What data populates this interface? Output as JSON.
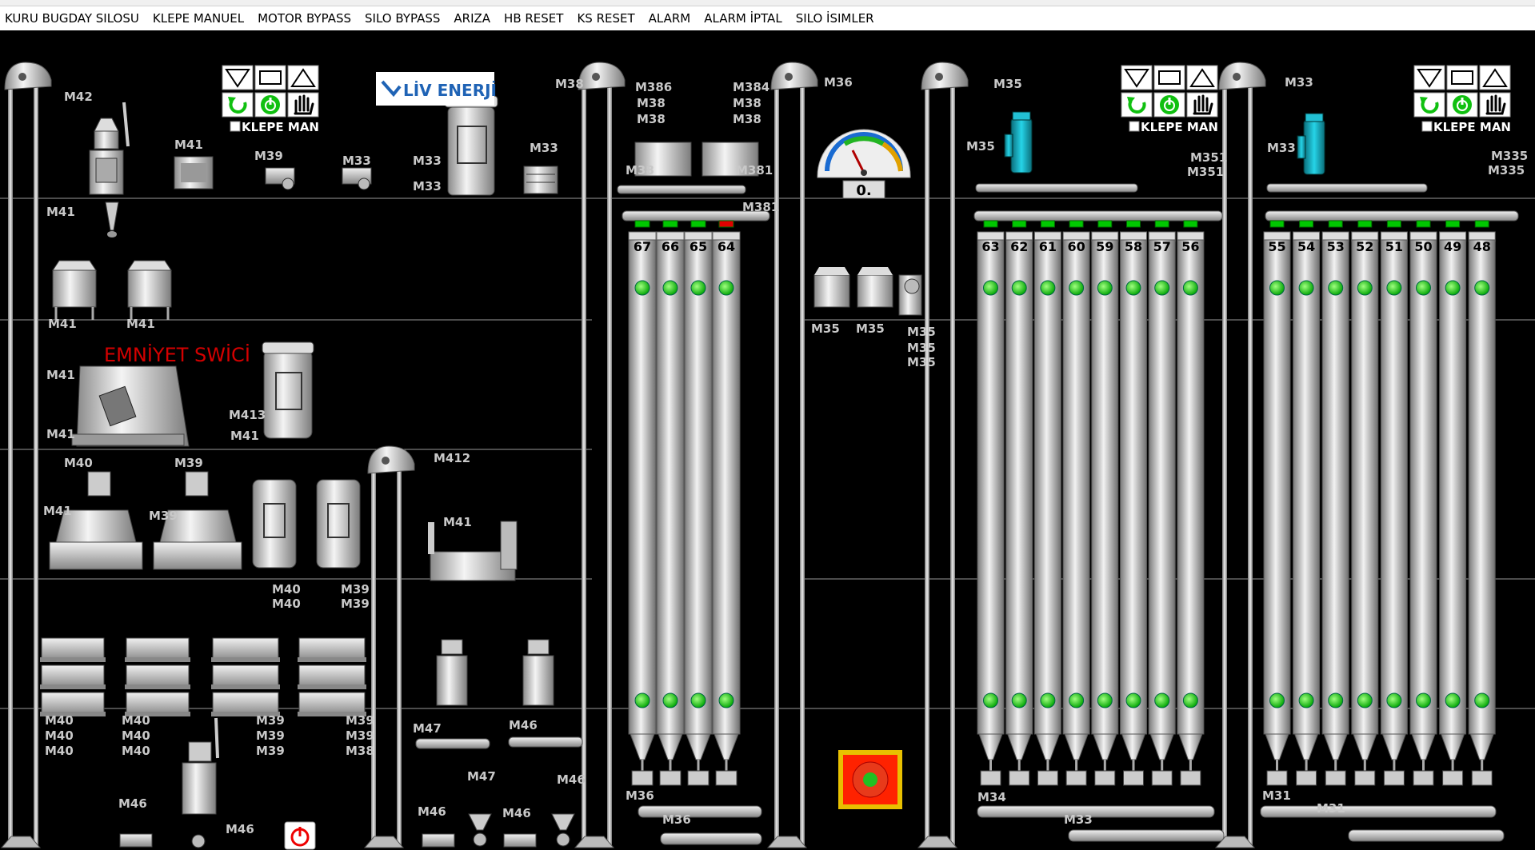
{
  "menu": {
    "items": [
      "KURU BUGDAY SILOSU",
      "KLEPE MANUEL",
      "MOTOR BYPASS",
      "SILO BYPASS",
      "ARIZA",
      "HB RESET",
      "KS RESET",
      "ALARM",
      "ALARM İPTAL",
      "SILO İSIMLER"
    ]
  },
  "logo": {
    "text": "LİV ENERJİ"
  },
  "warning": {
    "text": "EMNİYET SWİCİ"
  },
  "gauge": {
    "value": "0."
  },
  "controls": {
    "klepe_man_label": "KLEPE MAN"
  },
  "silos": {
    "group1": {
      "numbers": [
        "67",
        "66",
        "65",
        "64"
      ],
      "top_status": [
        "on",
        "on",
        "on",
        "alarm"
      ]
    },
    "group2": {
      "numbers": [
        "63",
        "62",
        "61",
        "60",
        "59",
        "58",
        "57",
        "56"
      ]
    },
    "group3": {
      "numbers": [
        "55",
        "54",
        "53",
        "52",
        "51",
        "50",
        "49",
        "48"
      ]
    }
  },
  "colors": {
    "active": "#00c800",
    "alarm": "#e00000",
    "background": "#000000",
    "silo": "#c8c8c8"
  },
  "icons": [
    "down-triangle-icon",
    "stop-square-icon",
    "up-triangle-icon",
    "reset-icon",
    "power-icon",
    "manual-hand-icon",
    "emergency-stop-icon"
  ],
  "motor_labels": {
    "m42": "M42",
    "m41_a": "M41",
    "m39_a": "M39",
    "m33_a": "M33",
    "m33_b": "M33",
    "m33_c": "M33",
    "m33_d": "M33",
    "m41_b": "M41",
    "m41_c": "M41",
    "m41_d": "M41",
    "m41_e": "M41",
    "m41_f": "M41",
    "m413": "M413",
    "m41_g": "M41",
    "m40_a": "M40",
    "m39_b": "M39",
    "m41_h": "M41",
    "m39_c": "M39",
    "m40_b": "M40",
    "m40_c": "M40",
    "m39_d": "M39",
    "m39_e": "M39",
    "m412": "M412",
    "m41_i": "M41",
    "m40_d": "M40",
    "m40_e": "M40",
    "m40_f": "M40",
    "m40_g": "M40",
    "m40_h": "M40",
    "m40_i": "M40",
    "m39_f": "M39",
    "m39_g": "M39",
    "m39_h": "M39",
    "m39_i": "M39",
    "m39_j": "M39",
    "m38_a": "M38",
    "m46_a": "M46",
    "m46_b": "M46",
    "m47_a": "M47",
    "m46_c": "M46",
    "m46_d": "M46",
    "m46_e": "M46",
    "m47_b": "M47",
    "m46_f": "M46",
    "m38_b": "M38",
    "m386": "M386",
    "m38_c": "M38",
    "m38_d": "M38",
    "m384": "M384",
    "m38_e": "M38",
    "m38_f": "M38",
    "m38_g": "M38",
    "m381_a": "M381",
    "m381_b": "M381",
    "m36_a": "M36",
    "m36_b": "M36",
    "m36_c": "M36",
    "m35_a": "M35",
    "m35_b": "M35",
    "m35_c": "M35",
    "m35_d": "M35",
    "m35_e": "M35",
    "m35_f": "M35",
    "m35_g": "M35",
    "m351_a": "M351",
    "m351_b": "M351",
    "m34": "M34",
    "m33_e": "M33",
    "m33_f": "M33",
    "m33_g": "M33",
    "m335_a": "M335",
    "m335_b": "M335",
    "m31_a": "M31",
    "m31_b": "M31"
  }
}
